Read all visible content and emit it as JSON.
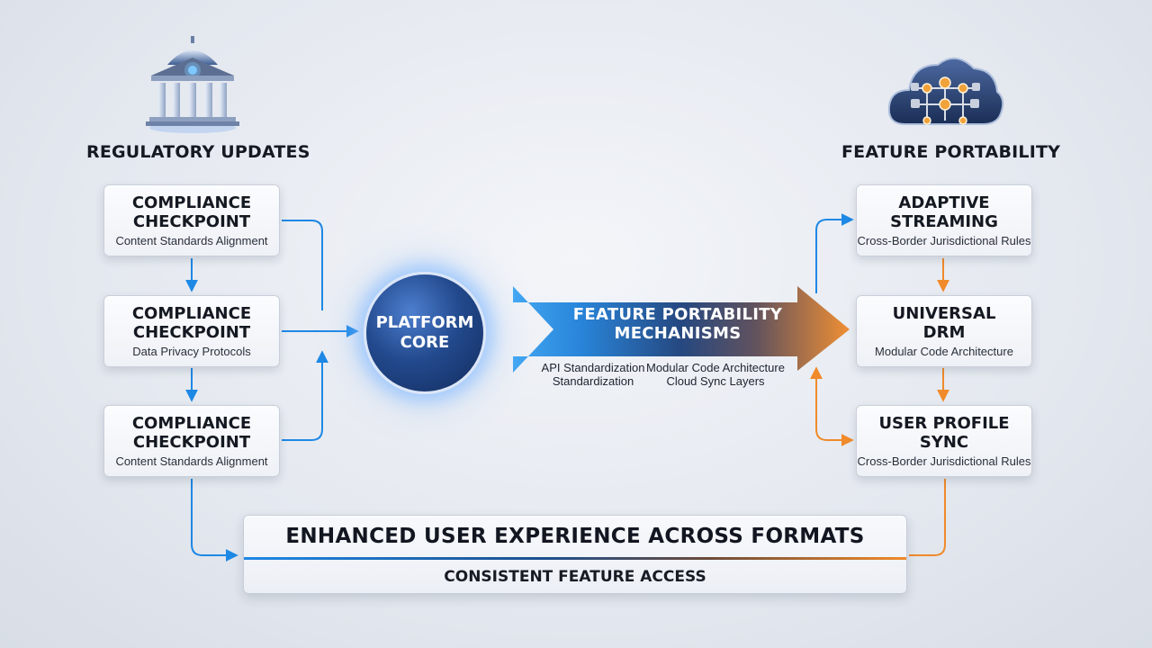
{
  "left_column": {
    "heading": "REGULATORY UPDATES",
    "icon": "government-building-icon",
    "cards": [
      {
        "title_line1": "COMPLIANCE",
        "title_line2": "CHECKPOINT",
        "subtitle": "Content Standards Alignment"
      },
      {
        "title_line1": "COMPLIANCE",
        "title_line2": "CHECKPOINT",
        "subtitle": "Data Privacy Protocols"
      },
      {
        "title_line1": "COMPLIANCE",
        "title_line2": "CHECKPOINT",
        "subtitle": "Content Standards Alignment"
      }
    ]
  },
  "right_column": {
    "heading": "FEATURE PORTABILITY",
    "icon": "cloud-network-icon",
    "cards": [
      {
        "title_line1": "ADAPTIVE",
        "title_line2": "STREAMING",
        "subtitle": "Cross-Border Jurisdictional Rules"
      },
      {
        "title_line1": "UNIVERSAL",
        "title_line2": "DRM",
        "subtitle": "Modular Code Architecture"
      },
      {
        "title_line1": "USER PROFILE",
        "title_line2": "SYNC",
        "subtitle": "Cross-Border Jurisdictional Rules"
      }
    ]
  },
  "core": {
    "line1": "PLATFORM",
    "line2": "CORE"
  },
  "mechanisms": {
    "line1": "FEATURE PORTABILITY",
    "line2": "MECHANISMS",
    "items": [
      {
        "line1": "API Standardization",
        "line2": "Standardization"
      },
      {
        "line1": "Modular Code Architecture",
        "line2": "Cloud Sync Layers"
      }
    ]
  },
  "outcome": {
    "title": "ENHANCED USER EXPERIENCE ACROSS FORMATS",
    "subtitle": "CONSISTENT FEATURE ACCESS"
  },
  "colors": {
    "blue": "#1e88e5",
    "orange": "#f08a2a",
    "navy": "#1b3f7a"
  }
}
